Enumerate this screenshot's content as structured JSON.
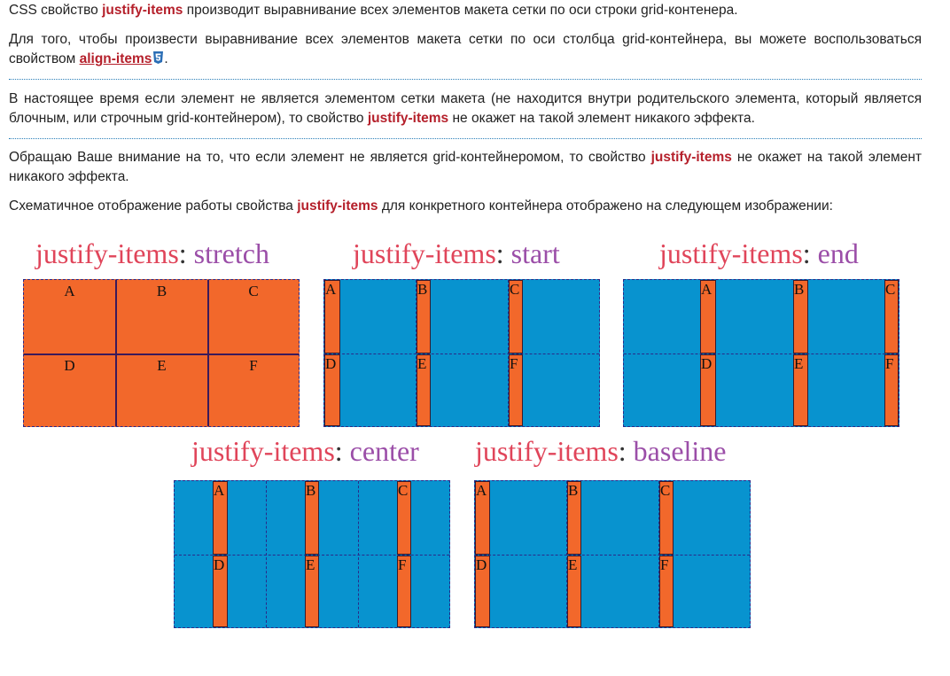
{
  "paragraphs": {
    "p1": {
      "before": "CSS свойство ",
      "kw": "justify-items",
      "after": " производит выравнивание всех элементов макета сетки по оси строки grid-контенера."
    },
    "p2": {
      "before": "Для того, чтобы произвести выравнивание всех элементов макета сетки по оси столбца grid-контейнера, вы можете воспользоваться свойством ",
      "link": "align-items",
      "after": "."
    },
    "p3": {
      "before": "В настоящее время если элемент не является элементом сетки макета (не находится внутри родительского элемента, который является блочным, или строчным grid-контейнером), то свойство ",
      "kw": "justify-items",
      "after": " не окажет на такой элемент никакого эффекта."
    },
    "p4": {
      "before": "Обращаю Ваше внимание на то, что если элемент не является grid-контейнеромом, то свойство ",
      "kw": "justify-items",
      "after": " не окажет на такой элемент никакого эффекта."
    },
    "p5": {
      "before": "Схематичное отображение работы свойства ",
      "kw": "justify-items",
      "after": " для конкретного контейнера отображено на следующем изображении:"
    }
  },
  "diagrams": [
    {
      "prop": "justify-items",
      "colon": ":",
      "value": "stretch",
      "items": [
        "A",
        "B",
        "C",
        "D",
        "E",
        "F"
      ]
    },
    {
      "prop": "justify-items",
      "colon": ":",
      "value": "start",
      "items": [
        "A",
        "B",
        "C",
        "D",
        "E",
        "F"
      ]
    },
    {
      "prop": "justify-items",
      "colon": ":",
      "value": "end",
      "items": [
        "A",
        "B",
        "C",
        "D",
        "E",
        "F"
      ]
    },
    {
      "prop": "justify-items",
      "colon": ":",
      "value": "center",
      "items": [
        "A",
        "B",
        "C",
        "D",
        "E",
        "F"
      ]
    },
    {
      "prop": "justify-items",
      "colon": ":",
      "value": "baseline",
      "items": [
        "A",
        "B",
        "C",
        "D",
        "E",
        "F"
      ]
    }
  ],
  "colors": {
    "item": "#f2682b",
    "container": "#0893cf",
    "keyword": "#b5202b"
  },
  "icons": {
    "css3": "css3-badge-icon"
  }
}
